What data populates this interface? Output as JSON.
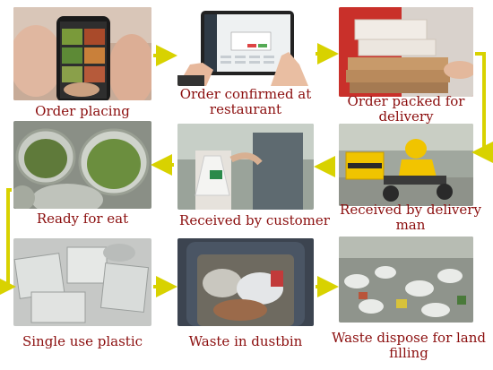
{
  "steps": [
    {
      "id": 1,
      "label": "Order placing"
    },
    {
      "id": 2,
      "label_line1": "Order confirmed at",
      "label_line2": "restaurant"
    },
    {
      "id": 3,
      "label_line1": "Order packed for",
      "label_line2": "delivery"
    },
    {
      "id": 4,
      "label_line1": "Received by delivery",
      "label_line2": "man"
    },
    {
      "id": 5,
      "label": "Received by customer"
    },
    {
      "id": 6,
      "label": "Ready for eat"
    },
    {
      "id": 7,
      "label": "Single use plastic"
    },
    {
      "id": 8,
      "label": "Waste in dustbin"
    },
    {
      "id": 9,
      "label_line1": "Waste dispose  for land",
      "label_line2": "filling"
    }
  ],
  "colors": {
    "caption": "#8b0e0e",
    "arrow": "#d8d200"
  }
}
